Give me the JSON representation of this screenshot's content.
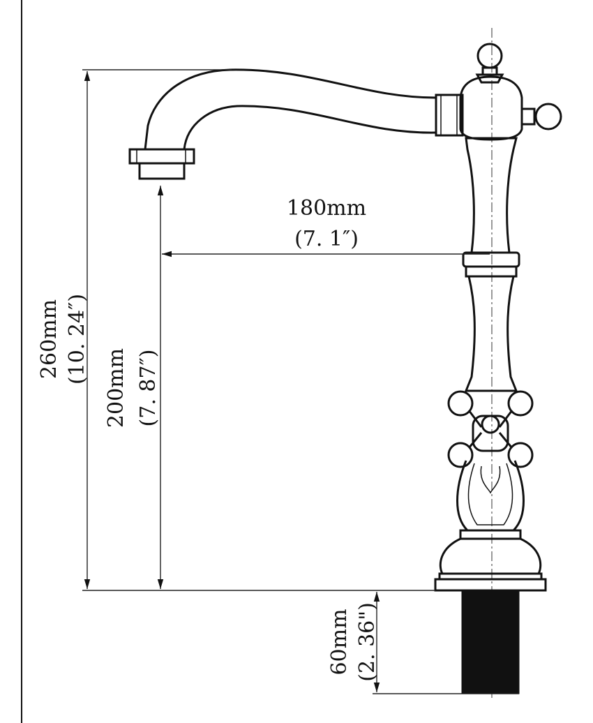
{
  "dimensions": {
    "spout_reach": {
      "metric": "180mm",
      "imperial": "(7. 1″)"
    },
    "total_height": {
      "metric": "260mm",
      "imperial": "(10. 24″)"
    },
    "spout_height": {
      "metric": "200mm",
      "imperial": "(7. 87″)"
    },
    "shank_length": {
      "metric": "60mm",
      "imperial": "(2. 36\")"
    }
  }
}
